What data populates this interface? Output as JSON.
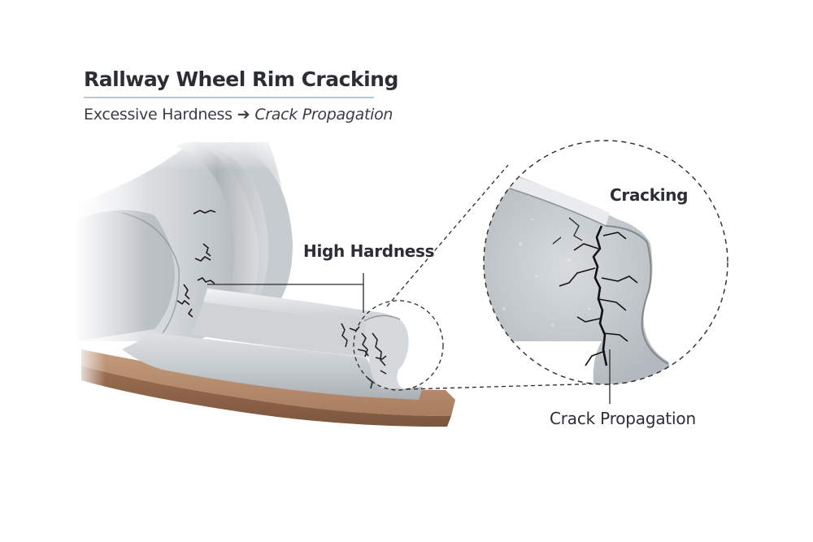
{
  "header": {
    "title": "Rallway Wheel Rim Cracking",
    "subtitle_cause": "Excessive Hardness",
    "subtitle_arrow": "➔",
    "subtitle_effect": "Crack Propagation"
  },
  "callouts": {
    "high_hardness": "High Hardness",
    "cracking": "Cracking",
    "crack_propagation": "Crack Propagation"
  },
  "colors": {
    "steel": "#c9ced3",
    "steel_dark": "#8f969c",
    "bronze_base": "#b08566",
    "crack": "#1c1c1c",
    "rule": "#b7c7d6"
  }
}
